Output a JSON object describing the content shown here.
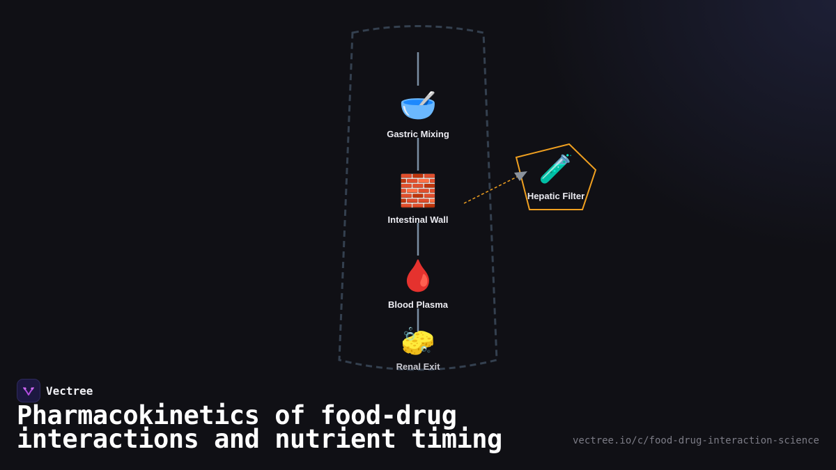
{
  "brand": {
    "name": "Vectree"
  },
  "title": "Pharmacokinetics of food-drug interactions and nutrient timing",
  "url": "vectree.io/c/food-drug-interaction-science",
  "diagram": {
    "nodes": [
      {
        "id": "gastric",
        "label": "Gastric Mixing",
        "icon": "bowl-with-spoon-icon",
        "emoji": "🥣"
      },
      {
        "id": "intestinal",
        "label": "Intestinal Wall",
        "icon": "brick-wall-icon",
        "emoji": "🧱"
      },
      {
        "id": "plasma",
        "label": "Blood Plasma",
        "icon": "blood-drop-icon",
        "emoji": "🩸"
      },
      {
        "id": "renal",
        "label": "Renal Exit",
        "icon": "sponge-icon",
        "emoji": "🧽"
      }
    ],
    "side_node": {
      "id": "hepatic",
      "label": "Hepatic Filter",
      "icon": "test-tube-icon",
      "emoji": "🧪"
    },
    "colors": {
      "container_border": "#34404f",
      "connector": "#7a8ea3",
      "accent": "#f0a020",
      "arrowhead": "#8a929c"
    }
  }
}
